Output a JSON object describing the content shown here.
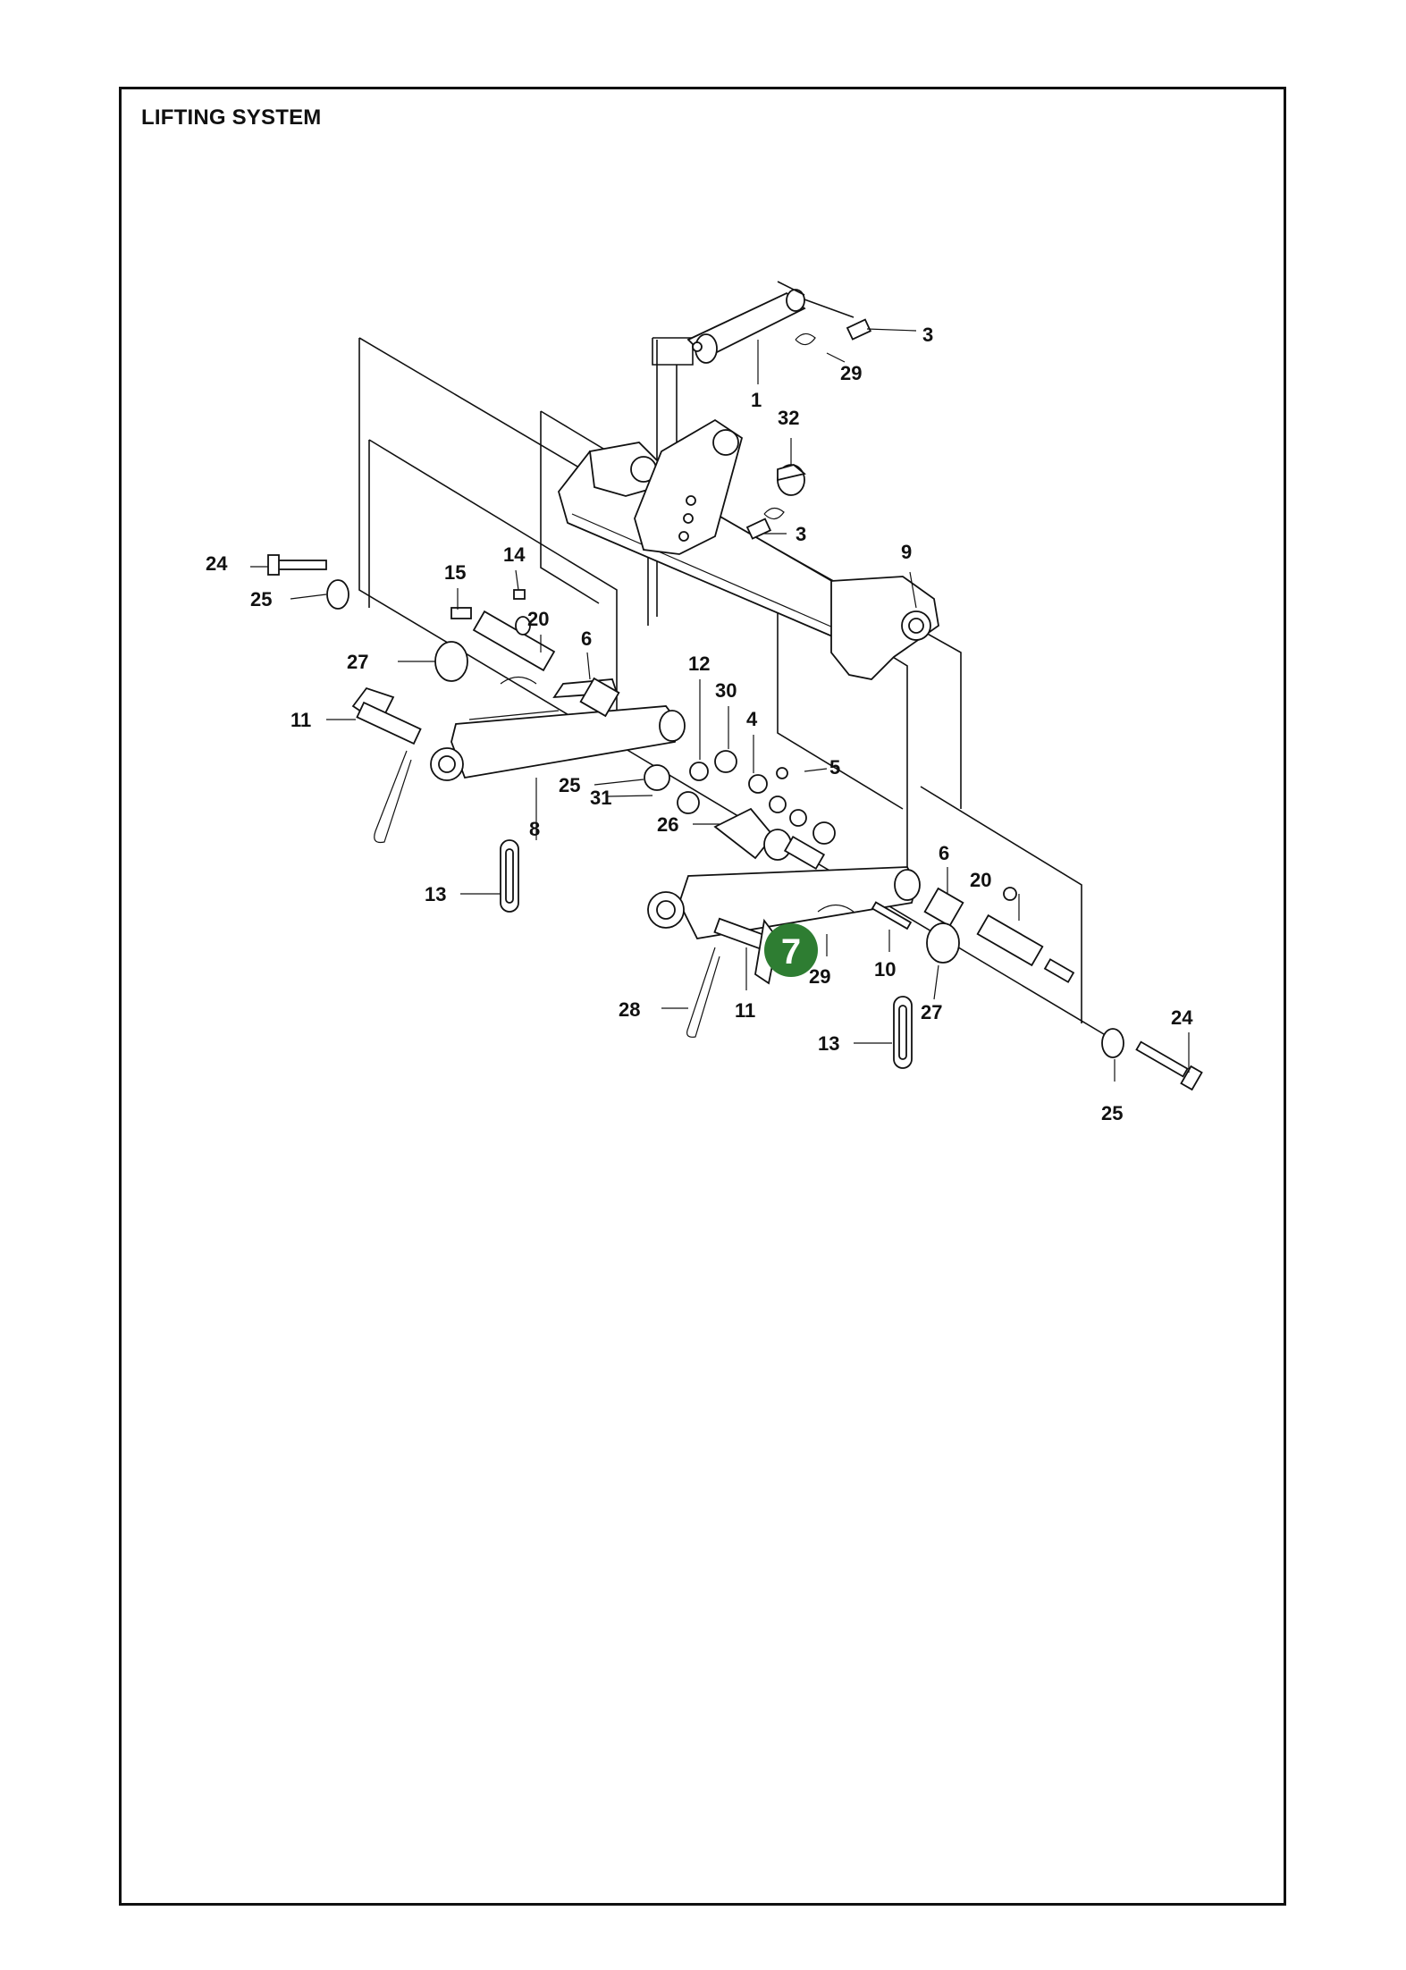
{
  "page": {
    "title": "LIFTING SYSTEM"
  },
  "highlight": {
    "label": "7",
    "color": "#2e7d32"
  },
  "callouts": [
    {
      "id": "c1",
      "text": "1"
    },
    {
      "id": "c3a",
      "text": "3"
    },
    {
      "id": "c29a",
      "text": "29"
    },
    {
      "id": "c32",
      "text": "32"
    },
    {
      "id": "c3b",
      "text": "3"
    },
    {
      "id": "c9",
      "text": "9"
    },
    {
      "id": "c24a",
      "text": "24"
    },
    {
      "id": "c25a",
      "text": "25"
    },
    {
      "id": "c14",
      "text": "14"
    },
    {
      "id": "c15",
      "text": "15"
    },
    {
      "id": "c20a",
      "text": "20"
    },
    {
      "id": "c6a",
      "text": "6"
    },
    {
      "id": "c27a",
      "text": "27"
    },
    {
      "id": "c11a",
      "text": "11"
    },
    {
      "id": "c12",
      "text": "12"
    },
    {
      "id": "c30",
      "text": "30"
    },
    {
      "id": "c4",
      "text": "4"
    },
    {
      "id": "c5",
      "text": "5"
    },
    {
      "id": "c25b",
      "text": "25"
    },
    {
      "id": "c31",
      "text": "31"
    },
    {
      "id": "c8",
      "text": "8"
    },
    {
      "id": "c26",
      "text": "26"
    },
    {
      "id": "c13a",
      "text": "13"
    },
    {
      "id": "c6b",
      "text": "6"
    },
    {
      "id": "c20b",
      "text": "20"
    },
    {
      "id": "c29b",
      "text": "29"
    },
    {
      "id": "c10",
      "text": "10"
    },
    {
      "id": "c28",
      "text": "28"
    },
    {
      "id": "c11b",
      "text": "11"
    },
    {
      "id": "c27b",
      "text": "27"
    },
    {
      "id": "c13b",
      "text": "13"
    },
    {
      "id": "c24b",
      "text": "24"
    },
    {
      "id": "c25c",
      "text": "25"
    }
  ]
}
